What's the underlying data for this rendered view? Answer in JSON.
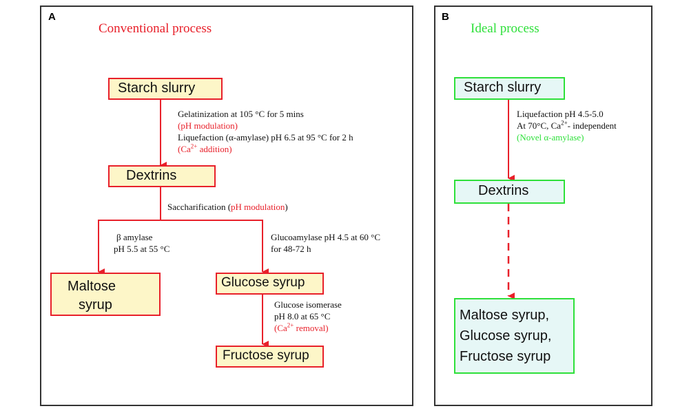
{
  "colors": {
    "accent_red": "#e8202a",
    "accent_green": "#2ee03a",
    "box_yellow": "#fdf6c8",
    "box_cyan": "#e6f7f6"
  },
  "panel_a": {
    "letter": "A",
    "title": "Conventional process",
    "boxes": {
      "starch": "Starch slurry",
      "dextrins": "Dextrins",
      "maltose_line1": "Maltose",
      "maltose_line2": "syrup",
      "glucose": "Glucose syrup",
      "fructose": "Fructose syrup"
    },
    "notes": {
      "gelatinization": "Gelatinization at 105 °C  for 5 mins",
      "ph_modulation": "(pH modulation)",
      "liquefaction": "Liquefaction (α-amylase) pH 6.5 at  95  °C  for 2 h",
      "ca_addition_pre": "(Ca",
      "ca_addition_sup": "2+",
      "ca_addition_post": " addition)",
      "saccharification": "Saccharification (",
      "saccharification_red": "pH modulation",
      "saccharification_end": ")",
      "beta_amylase": "β amylase",
      "beta_conditions": "pH 5.5 at 55 °C",
      "glucoamylase": "Glucoamylase pH 4.5 at 60 °C",
      "glucoamylase_time": "for 48-72 h",
      "isomerase": "Glucose isomerase",
      "isomerase_conditions": "pH 8.0 at 65 °C",
      "ca_removal_pre": "(Ca",
      "ca_removal_sup": "2+",
      "ca_removal_post": " removal)"
    }
  },
  "panel_b": {
    "letter": "B",
    "title": "Ideal process",
    "boxes": {
      "starch": "Starch slurry",
      "dextrins": "Dextrins",
      "products_line1": "Maltose syrup,",
      "products_line2": "Glucose syrup,",
      "products_line3": "Fructose syrup"
    },
    "notes": {
      "liquefaction": "Liquefaction pH 4.5-5.0",
      "conditions_pre": "At  70°C, Ca",
      "conditions_sup": "2+",
      "conditions_post": "- independent",
      "novel_enzyme": "(Novel α-amylase)"
    }
  }
}
